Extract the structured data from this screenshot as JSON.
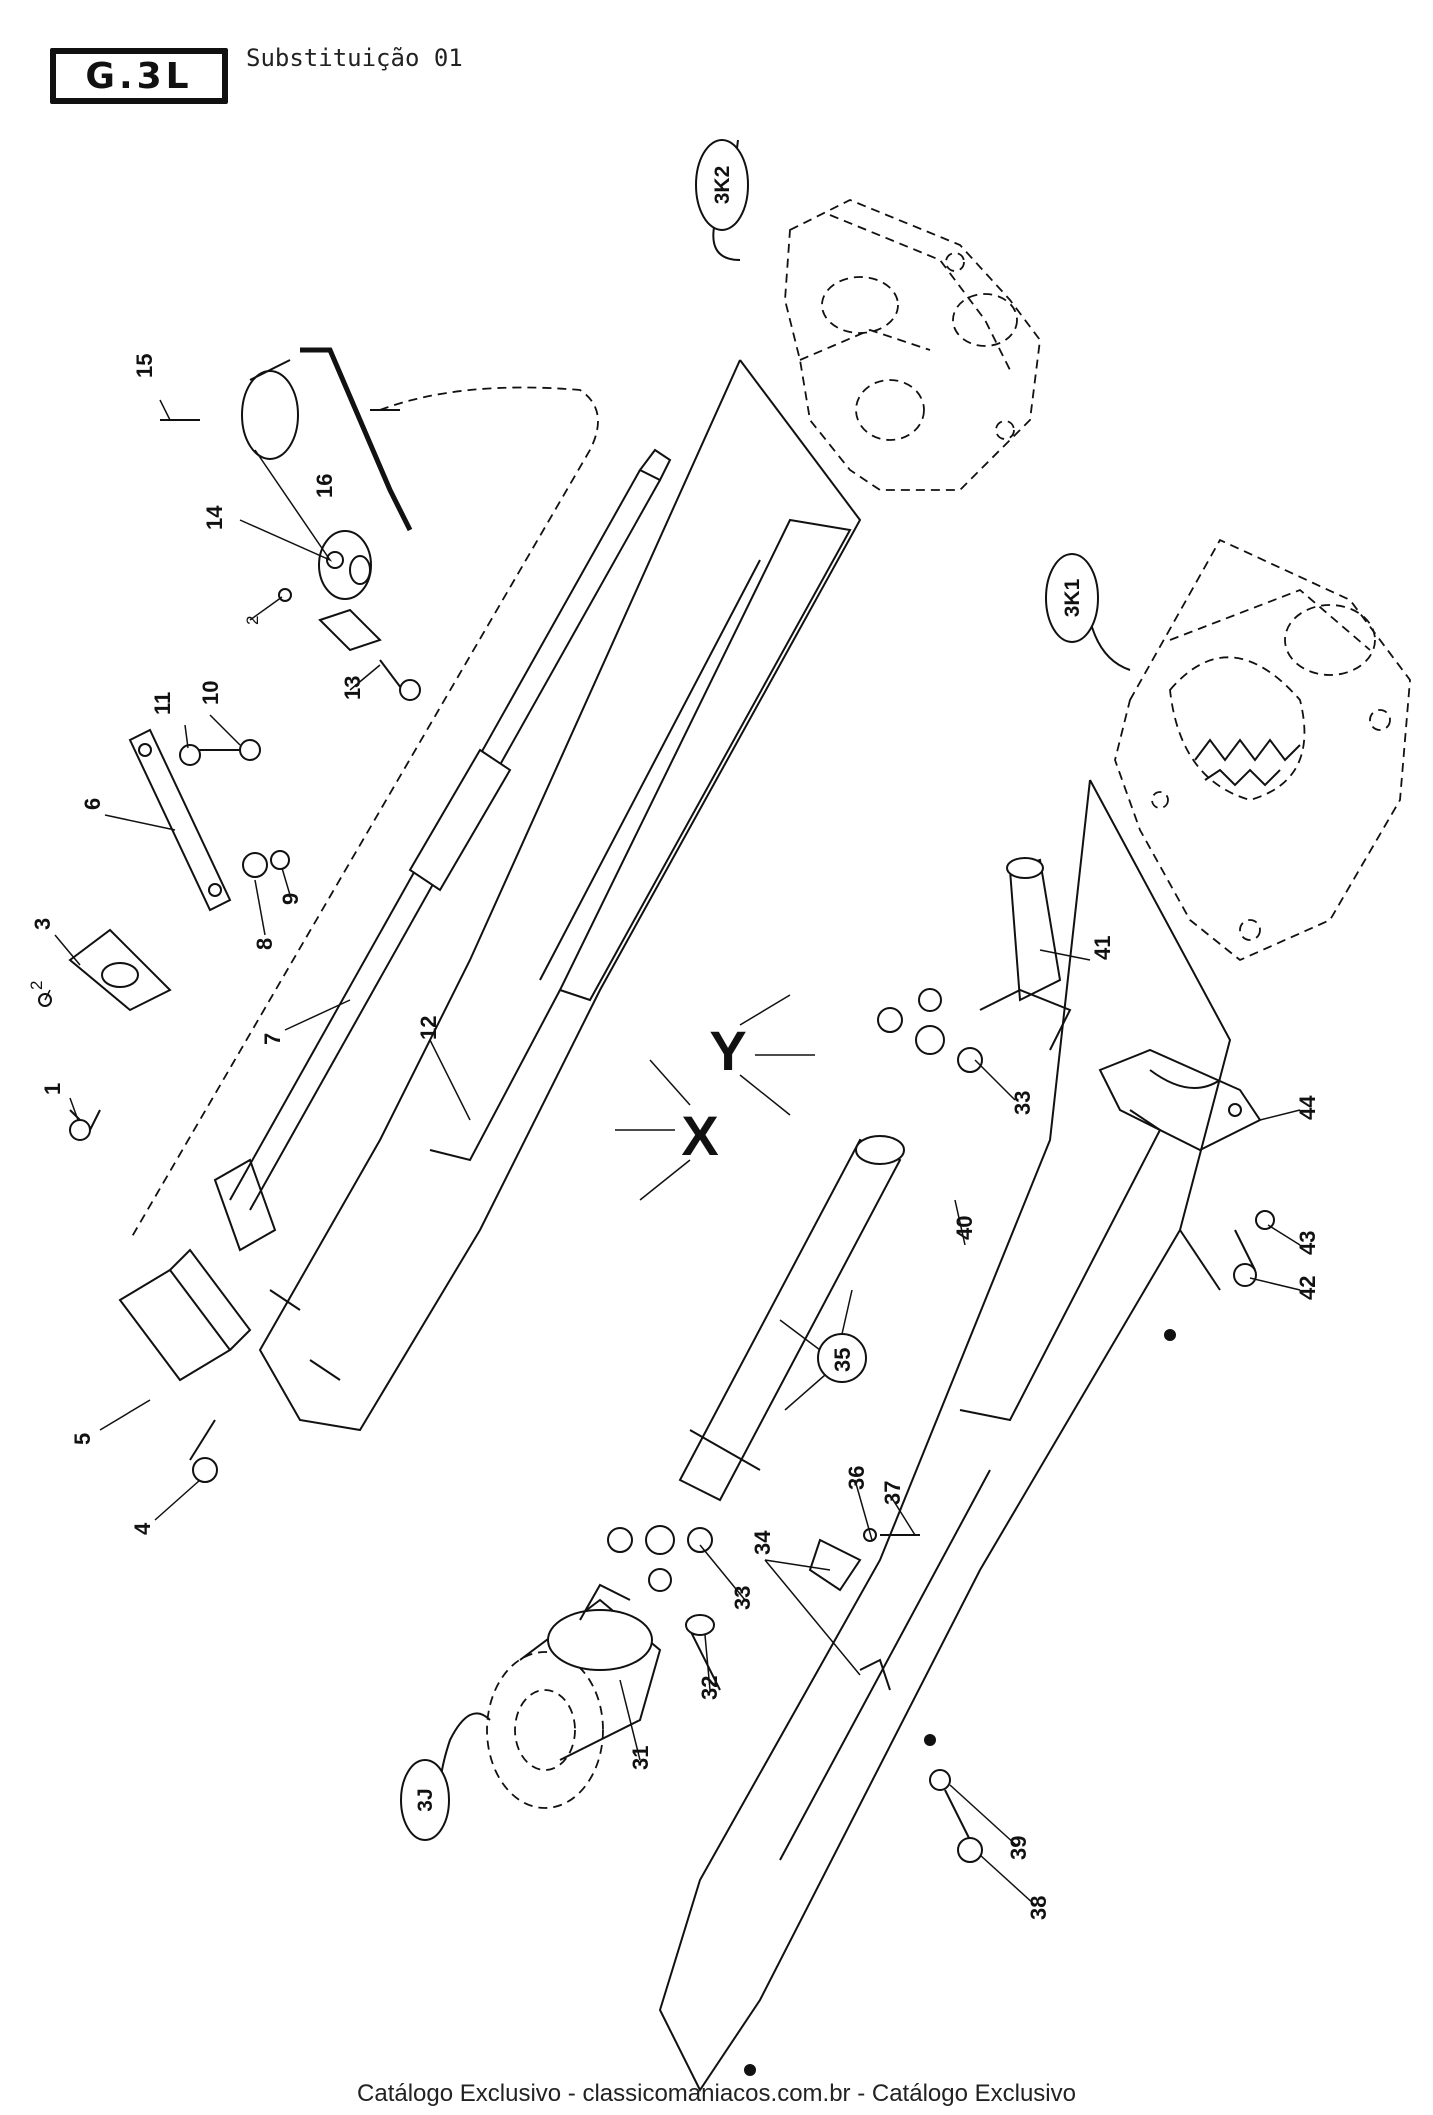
{
  "header": {
    "code": "G.3L",
    "subtitle": "Substituição 01"
  },
  "references": {
    "r3k2": "3K2",
    "r3k1": "3K1",
    "r3j": "3J"
  },
  "axes": {
    "x": "X",
    "y": "Y"
  },
  "parts": {
    "p1": "1",
    "p2a": "2",
    "p2b": "2",
    "p3": "3",
    "p4": "4",
    "p5": "5",
    "p6": "6",
    "p7": "7",
    "p8": "8",
    "p9": "9",
    "p10": "10",
    "p11": "11",
    "p12": "12",
    "p13": "13",
    "p14": "14",
    "p15": "15",
    "p16": "16",
    "p31": "31",
    "p32": "32",
    "p33a": "33",
    "p33b": "33",
    "p34": "34",
    "p35": "35",
    "p36": "36",
    "p37": "37",
    "p38": "38",
    "p39": "39",
    "p40": "40",
    "p41": "41",
    "p42": "42",
    "p43": "43",
    "p44": "44"
  },
  "footer": "Catálogo Exclusivo - classicomaniacos.com.br - Catálogo Exclusivo"
}
